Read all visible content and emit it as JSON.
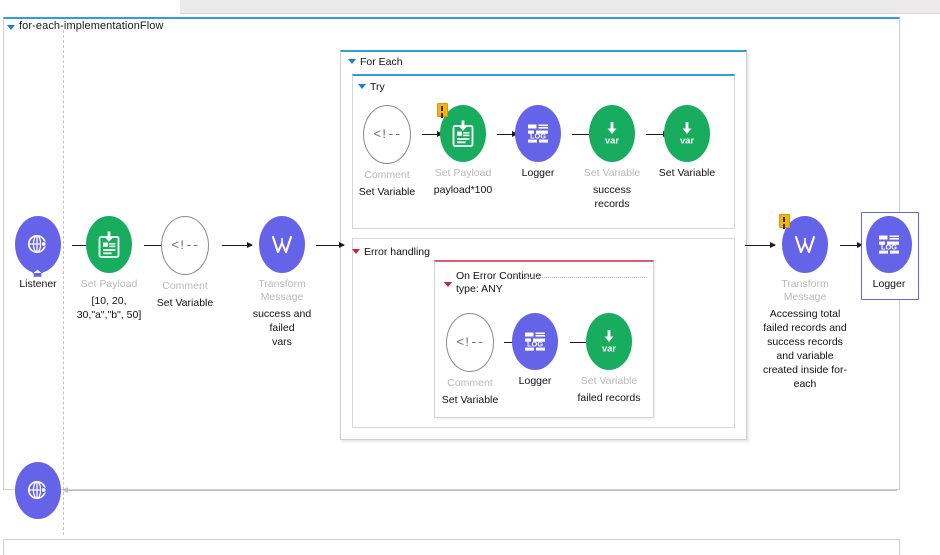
{
  "flow": {
    "title": "for-each-implementationFlow"
  },
  "nodes": {
    "listener": {
      "type": "Listener",
      "desc": "",
      "icon": "http-listener-icon"
    },
    "set_payload_main": {
      "type": "Set Payload",
      "desc_line1": "[10, 20,",
      "desc_line2": "30,\"a\",\"b\", 50]",
      "icon": "set-payload-icon"
    },
    "comment_main": {
      "type": "Comment",
      "desc": "Set Variable",
      "icon": "comment-icon"
    },
    "transform_main": {
      "type": "Transform Message",
      "desc_line1": "success and failed",
      "desc_line2": "vars",
      "icon": "transform-message-icon"
    },
    "comment_try": {
      "type": "Comment",
      "desc": "Set Variable",
      "icon": "comment-icon"
    },
    "set_payload_try": {
      "type": "Set Payload",
      "desc": "payload*100",
      "icon": "set-payload-icon",
      "badge": "warning"
    },
    "logger_try": {
      "type": "Logger",
      "desc": "",
      "icon": "logger-icon"
    },
    "setvar_success": {
      "type": "Set Variable",
      "desc_line1": "success",
      "desc_line2": "records",
      "icon": "set-variable-icon"
    },
    "setvar_plain": {
      "type": "Set Variable",
      "desc": "",
      "icon": "set-variable-icon"
    },
    "comment_err": {
      "type": "Comment",
      "desc": "Set Variable",
      "icon": "comment-icon"
    },
    "logger_err": {
      "type": "Logger",
      "desc": "",
      "icon": "logger-icon"
    },
    "setvar_failed": {
      "type": "Set Variable",
      "desc": "failed records",
      "icon": "set-variable-icon"
    },
    "transform_right": {
      "type": "Transform Message",
      "desc": "Accessing total failed records and success records and variable created inside for-each",
      "icon": "transform-message-icon",
      "badge": "warning"
    },
    "logger_right": {
      "type": "Logger",
      "desc": "",
      "icon": "logger-icon",
      "selected": true
    },
    "response": {
      "type": "",
      "desc": "",
      "icon": "http-response-icon"
    }
  },
  "scopes": {
    "for_each": {
      "label": "For Each"
    },
    "try": {
      "label": "Try"
    },
    "error_handling": {
      "label": "Error handling"
    },
    "on_error": {
      "label": "On Error Continue",
      "type_label": "type: ANY"
    }
  },
  "colors": {
    "purple": "#6563e8",
    "green": "#18ac5e",
    "scope_accent_blue": "#2e9ce0",
    "error_accent_red": "#e05a76",
    "muted_label": "#b9b9b9",
    "warning_badge": "#f2b313"
  }
}
